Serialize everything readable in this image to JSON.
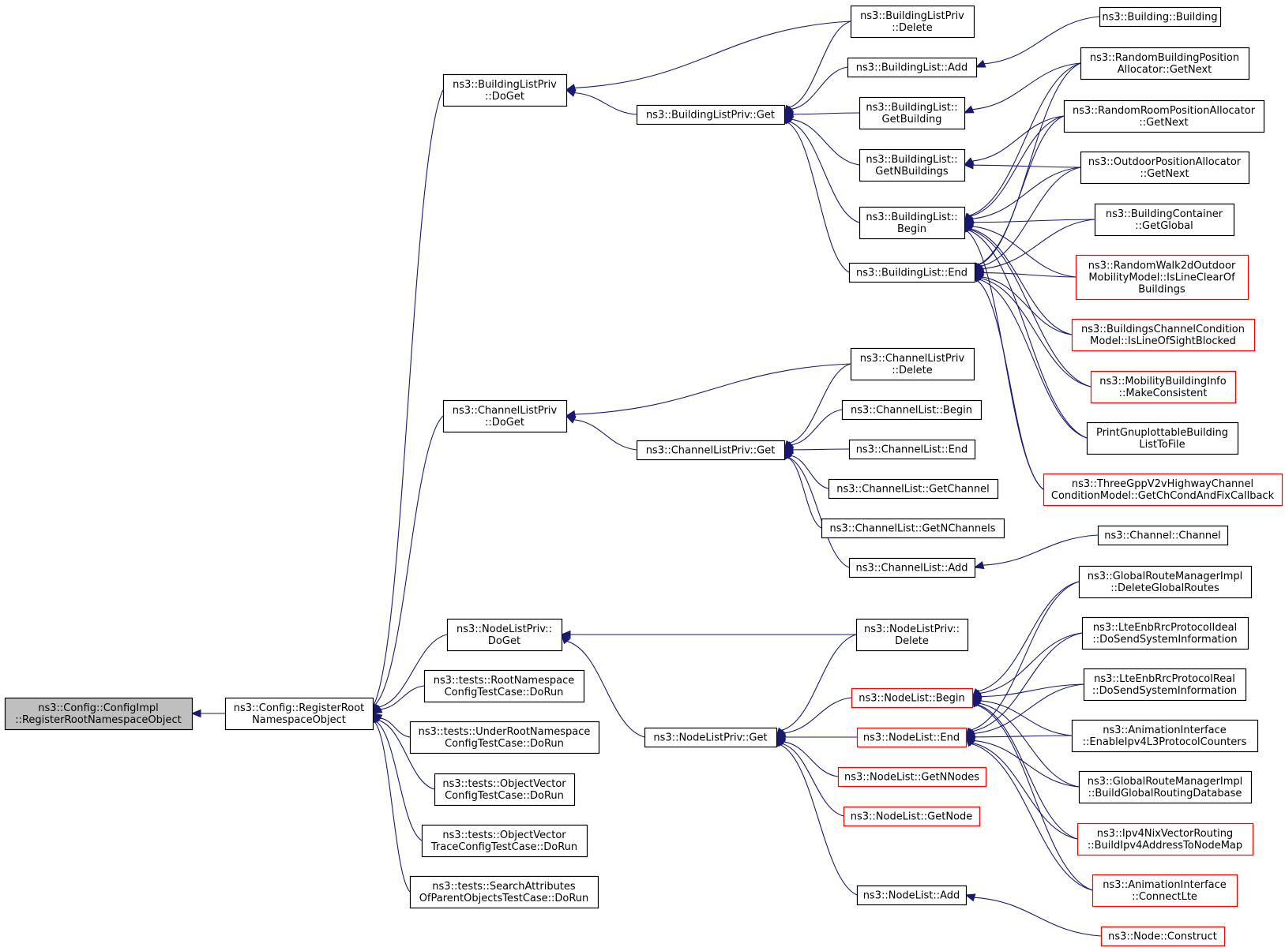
{
  "colors": {
    "edge": "#191970",
    "node_border": "#000000",
    "node_border_undocumented": "#ff0000",
    "node_fill": "#ffffff",
    "root_fill": "#bfbfbf"
  },
  "nodes": [
    {
      "id": "root",
      "lines": [
        "ns3::Config::ConfigImpl",
        "::RegisterRootNamespaceObject"
      ],
      "style": "root"
    },
    {
      "id": "reg",
      "lines": [
        "ns3::Config::RegisterRoot",
        "NamespaceObject"
      ],
      "style": "normal"
    },
    {
      "id": "blp_doget",
      "lines": [
        "ns3::BuildingListPriv",
        "::DoGet"
      ],
      "style": "normal"
    },
    {
      "id": "clp_doget",
      "lines": [
        "ns3::ChannelListPriv",
        "::DoGet"
      ],
      "style": "normal"
    },
    {
      "id": "nlp_doget",
      "lines": [
        "ns3::NodeListPriv::",
        "DoGet"
      ],
      "style": "normal"
    },
    {
      "id": "t_root",
      "lines": [
        "ns3::tests::RootNamespace",
        "ConfigTestCase::DoRun"
      ],
      "style": "normal"
    },
    {
      "id": "t_under",
      "lines": [
        "ns3::tests::UnderRootNamespace",
        "ConfigTestCase::DoRun"
      ],
      "style": "normal"
    },
    {
      "id": "t_ov",
      "lines": [
        "ns3::tests::ObjectVector",
        "ConfigTestCase::DoRun"
      ],
      "style": "normal"
    },
    {
      "id": "t_ovt",
      "lines": [
        "ns3::tests::ObjectVector",
        "TraceConfigTestCase::DoRun"
      ],
      "style": "normal"
    },
    {
      "id": "t_search",
      "lines": [
        "ns3::tests::SearchAttributes",
        "OfParentObjectsTestCase::DoRun"
      ],
      "style": "normal"
    },
    {
      "id": "blp_get",
      "lines": [
        "ns3::BuildingListPriv::Get"
      ],
      "style": "normal"
    },
    {
      "id": "clp_get",
      "lines": [
        "ns3::ChannelListPriv::Get"
      ],
      "style": "normal"
    },
    {
      "id": "nlp_get",
      "lines": [
        "ns3::NodeListPriv::Get"
      ],
      "style": "normal"
    },
    {
      "id": "blp_delete",
      "lines": [
        "ns3::BuildingListPriv",
        "::Delete"
      ],
      "style": "normal"
    },
    {
      "id": "bl_add",
      "lines": [
        "ns3::BuildingList::Add"
      ],
      "style": "normal"
    },
    {
      "id": "bl_getb",
      "lines": [
        "ns3::BuildingList::",
        "GetBuilding"
      ],
      "style": "normal"
    },
    {
      "id": "bl_getn",
      "lines": [
        "ns3::BuildingList::",
        "GetNBuildings"
      ],
      "style": "normal"
    },
    {
      "id": "bl_begin",
      "lines": [
        "ns3::BuildingList::",
        "Begin"
      ],
      "style": "normal"
    },
    {
      "id": "bl_end",
      "lines": [
        "ns3::BuildingList::End"
      ],
      "style": "normal"
    },
    {
      "id": "clp_delete",
      "lines": [
        "ns3::ChannelListPriv",
        "::Delete"
      ],
      "style": "normal"
    },
    {
      "id": "cl_begin",
      "lines": [
        "ns3::ChannelList::Begin"
      ],
      "style": "normal"
    },
    {
      "id": "cl_end",
      "lines": [
        "ns3::ChannelList::End"
      ],
      "style": "normal"
    },
    {
      "id": "cl_getc",
      "lines": [
        "ns3::ChannelList::GetChannel"
      ],
      "style": "normal"
    },
    {
      "id": "cl_getn",
      "lines": [
        "ns3::ChannelList::GetNChannels"
      ],
      "style": "normal"
    },
    {
      "id": "cl_add",
      "lines": [
        "ns3::ChannelList::Add"
      ],
      "style": "normal"
    },
    {
      "id": "nlp_delete",
      "lines": [
        "ns3::NodeListPriv::",
        "Delete"
      ],
      "style": "normal"
    },
    {
      "id": "nl_begin",
      "lines": [
        "ns3::NodeList::Begin"
      ],
      "style": "red"
    },
    {
      "id": "nl_end",
      "lines": [
        "ns3::NodeList::End"
      ],
      "style": "red"
    },
    {
      "id": "nl_getn",
      "lines": [
        "ns3::NodeList::GetNNodes"
      ],
      "style": "red"
    },
    {
      "id": "nl_getnode",
      "lines": [
        "ns3::NodeList::GetNode"
      ],
      "style": "red"
    },
    {
      "id": "nl_add",
      "lines": [
        "ns3::NodeList::Add"
      ],
      "style": "normal"
    },
    {
      "id": "building",
      "lines": [
        "ns3::Building::Building"
      ],
      "style": "normal"
    },
    {
      "id": "rbpa",
      "lines": [
        "ns3::RandomBuildingPosition",
        "Allocator::GetNext"
      ],
      "style": "normal"
    },
    {
      "id": "rrpa",
      "lines": [
        "ns3::RandomRoomPositionAllocator",
        "::GetNext"
      ],
      "style": "normal"
    },
    {
      "id": "opa",
      "lines": [
        "ns3::OutdoorPositionAllocator",
        "::GetNext"
      ],
      "style": "normal"
    },
    {
      "id": "bcont",
      "lines": [
        "ns3::BuildingContainer",
        "::GetGlobal"
      ],
      "style": "normal"
    },
    {
      "id": "rw2d",
      "lines": [
        "ns3::RandomWalk2dOutdoor",
        "MobilityModel::IsLineClearOf",
        "Buildings"
      ],
      "style": "red"
    },
    {
      "id": "bccm",
      "lines": [
        "ns3::BuildingsChannelCondition",
        "Model::IsLineOfSightBlocked"
      ],
      "style": "red"
    },
    {
      "id": "mbi",
      "lines": [
        "ns3::MobilityBuildingInfo",
        "::MakeConsistent"
      ],
      "style": "red"
    },
    {
      "id": "pgb",
      "lines": [
        "PrintGnuplottableBuilding",
        "ListToFile"
      ],
      "style": "normal"
    },
    {
      "id": "tgpp",
      "lines": [
        "ns3::ThreeGppV2vHighwayChannel",
        "ConditionModel::GetChCondAndFixCallback"
      ],
      "style": "red"
    },
    {
      "id": "channel",
      "lines": [
        "ns3::Channel::Channel"
      ],
      "style": "normal"
    },
    {
      "id": "grm_del",
      "lines": [
        "ns3::GlobalRouteManagerImpl",
        "::DeleteGlobalRoutes"
      ],
      "style": "normal"
    },
    {
      "id": "lte_ideal",
      "lines": [
        "ns3::LteEnbRrcProtocolIdeal",
        "::DoSendSystemInformation"
      ],
      "style": "normal"
    },
    {
      "id": "lte_real",
      "lines": [
        "ns3::LteEnbRrcProtocolReal",
        "::DoSendSystemInformation"
      ],
      "style": "normal"
    },
    {
      "id": "anim_ipv4",
      "lines": [
        "ns3::AnimationInterface",
        "::EnableIpv4L3ProtocolCounters"
      ],
      "style": "normal"
    },
    {
      "id": "grm_build",
      "lines": [
        "ns3::GlobalRouteManagerImpl",
        "::BuildGlobalRoutingDatabase"
      ],
      "style": "normal"
    },
    {
      "id": "nix",
      "lines": [
        "ns3::Ipv4NixVectorRouting",
        "::BuildIpv4AddressToNodeMap"
      ],
      "style": "red"
    },
    {
      "id": "anim_lte",
      "lines": [
        "ns3::AnimationInterface",
        "::ConnectLte"
      ],
      "style": "red"
    },
    {
      "id": "node_construct",
      "lines": [
        "ns3::Node::Construct"
      ],
      "style": "red"
    }
  ],
  "edges": [
    [
      "root",
      "reg"
    ],
    [
      "reg",
      "blp_doget"
    ],
    [
      "reg",
      "clp_doget"
    ],
    [
      "reg",
      "nlp_doget"
    ],
    [
      "reg",
      "t_root"
    ],
    [
      "reg",
      "t_under"
    ],
    [
      "reg",
      "t_ov"
    ],
    [
      "reg",
      "t_ovt"
    ],
    [
      "reg",
      "t_search"
    ],
    [
      "blp_doget",
      "blp_delete"
    ],
    [
      "blp_doget",
      "blp_get"
    ],
    [
      "blp_get",
      "blp_delete"
    ],
    [
      "blp_get",
      "bl_add"
    ],
    [
      "blp_get",
      "bl_getb"
    ],
    [
      "blp_get",
      "bl_getn"
    ],
    [
      "blp_get",
      "bl_begin"
    ],
    [
      "blp_get",
      "bl_end"
    ],
    [
      "bl_add",
      "building"
    ],
    [
      "bl_getb",
      "rbpa"
    ],
    [
      "bl_getn",
      "rrpa"
    ],
    [
      "bl_getn",
      "opa"
    ],
    [
      "bl_begin",
      "rbpa"
    ],
    [
      "bl_begin",
      "rrpa"
    ],
    [
      "bl_begin",
      "opa"
    ],
    [
      "bl_begin",
      "bcont"
    ],
    [
      "bl_begin",
      "rw2d"
    ],
    [
      "bl_begin",
      "bccm"
    ],
    [
      "bl_begin",
      "mbi"
    ],
    [
      "bl_begin",
      "pgb"
    ],
    [
      "bl_begin",
      "tgpp"
    ],
    [
      "bl_end",
      "rbpa"
    ],
    [
      "bl_end",
      "rrpa"
    ],
    [
      "bl_end",
      "opa"
    ],
    [
      "bl_end",
      "bcont"
    ],
    [
      "bl_end",
      "rw2d"
    ],
    [
      "bl_end",
      "bccm"
    ],
    [
      "bl_end",
      "mbi"
    ],
    [
      "bl_end",
      "pgb"
    ],
    [
      "bl_end",
      "tgpp"
    ],
    [
      "clp_doget",
      "clp_delete"
    ],
    [
      "clp_doget",
      "clp_get"
    ],
    [
      "clp_get",
      "clp_delete"
    ],
    [
      "clp_get",
      "cl_begin"
    ],
    [
      "clp_get",
      "cl_end"
    ],
    [
      "clp_get",
      "cl_getc"
    ],
    [
      "clp_get",
      "cl_getn"
    ],
    [
      "clp_get",
      "cl_add"
    ],
    [
      "cl_add",
      "channel"
    ],
    [
      "nlp_doget",
      "nlp_delete"
    ],
    [
      "nlp_doget",
      "nlp_get"
    ],
    [
      "nlp_get",
      "nlp_delete"
    ],
    [
      "nlp_get",
      "nl_begin"
    ],
    [
      "nlp_get",
      "nl_end"
    ],
    [
      "nlp_get",
      "nl_getn"
    ],
    [
      "nlp_get",
      "nl_getnode"
    ],
    [
      "nlp_get",
      "nl_add"
    ],
    [
      "nl_begin",
      "grm_del"
    ],
    [
      "nl_begin",
      "lte_ideal"
    ],
    [
      "nl_begin",
      "lte_real"
    ],
    [
      "nl_begin",
      "anim_ipv4"
    ],
    [
      "nl_begin",
      "grm_build"
    ],
    [
      "nl_begin",
      "nix"
    ],
    [
      "nl_begin",
      "anim_lte"
    ],
    [
      "nl_end",
      "grm_del"
    ],
    [
      "nl_end",
      "lte_ideal"
    ],
    [
      "nl_end",
      "lte_real"
    ],
    [
      "nl_end",
      "anim_ipv4"
    ],
    [
      "nl_end",
      "grm_build"
    ],
    [
      "nl_end",
      "nix"
    ],
    [
      "nl_end",
      "anim_lte"
    ],
    [
      "nl_add",
      "node_construct"
    ]
  ]
}
